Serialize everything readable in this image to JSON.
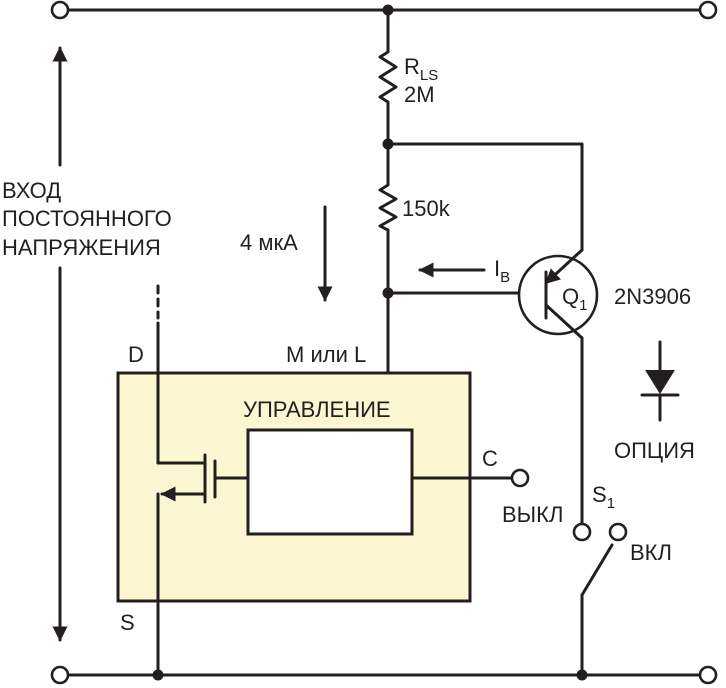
{
  "labels": {
    "input_line1": "ВХОД",
    "input_line2": "ПОСТОЯННОГО",
    "input_line3": "НАПРЯЖЕНИЯ",
    "rls_main": "R",
    "rls_sub": "LS",
    "rls_value": "2M",
    "r2_value": "150k",
    "current": "4 мкА",
    "ib_main": "I",
    "ib_sub": "B",
    "q1_main": "Q",
    "q1_sub": "1",
    "q1_part": "2N3906",
    "control_title": "УПРАВЛЕНИЕ",
    "pin_d": "D",
    "pin_s": "S",
    "pin_ml": "M или L",
    "pin_c": "C",
    "option": "ОПЦИЯ",
    "switch_off": "ВЫКЛ",
    "switch_main": "S",
    "switch_sub": "1",
    "switch_on": "ВКЛ"
  },
  "colors": {
    "ink": "#231f20",
    "box_fill": "#fcf6d2",
    "background": "#ffffff"
  }
}
